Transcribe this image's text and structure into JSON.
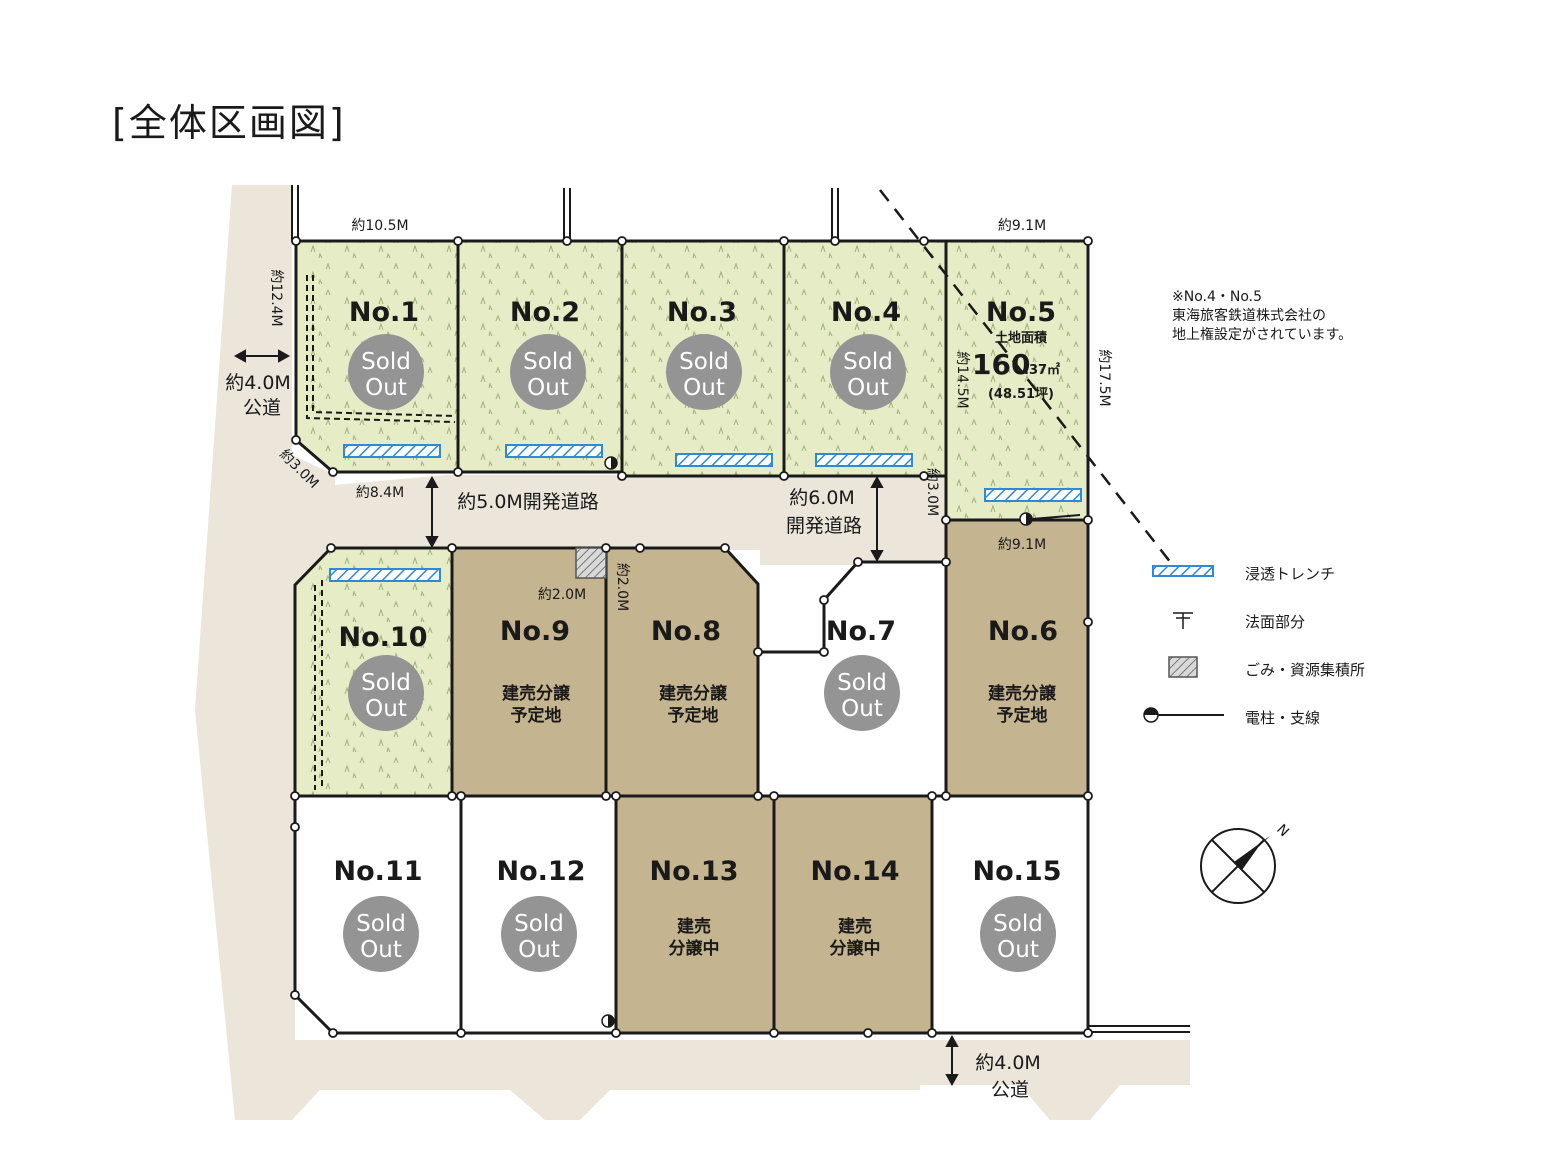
{
  "title": "[全体区画図]",
  "colors": {
    "road": "#ebe5da",
    "sold_green": "#e6edc6",
    "brown": "#c4b48f",
    "white_lot": "#ffffff",
    "sold_badge": "#949494",
    "trench": "#2d8bd6",
    "line": "#1a1a1a"
  },
  "lots": [
    {
      "no": "No.1",
      "status": "sold",
      "badge": [
        "Sold",
        "Out"
      ]
    },
    {
      "no": "No.2",
      "status": "sold",
      "badge": [
        "Sold",
        "Out"
      ]
    },
    {
      "no": "No.3",
      "status": "sold",
      "badge": [
        "Sold",
        "Out"
      ]
    },
    {
      "no": "No.4",
      "status": "sold",
      "badge": [
        "Sold",
        "Out"
      ]
    },
    {
      "no": "No.5",
      "status": "available",
      "area_label": "土地面積",
      "area_int": "160",
      "area_dec": ".37㎡",
      "area_tsubo": "(48.51坪)"
    },
    {
      "no": "No.6",
      "status": "planned",
      "label": [
        "建売分譲",
        "予定地"
      ]
    },
    {
      "no": "No.7",
      "status": "sold",
      "badge": [
        "Sold",
        "Out"
      ]
    },
    {
      "no": "No.8",
      "status": "planned",
      "label": [
        "建売分譲",
        "予定地"
      ]
    },
    {
      "no": "No.9",
      "status": "planned",
      "label": [
        "建売分譲",
        "予定地"
      ]
    },
    {
      "no": "No.10",
      "status": "sold",
      "badge": [
        "Sold",
        "Out"
      ]
    },
    {
      "no": "No.11",
      "status": "sold",
      "badge": [
        "Sold",
        "Out"
      ]
    },
    {
      "no": "No.12",
      "status": "sold",
      "badge": [
        "Sold",
        "Out"
      ]
    },
    {
      "no": "No.13",
      "status": "selling",
      "label": [
        "建売",
        "分譲中"
      ]
    },
    {
      "no": "No.14",
      "status": "selling",
      "label": [
        "建売",
        "分譲中"
      ]
    },
    {
      "no": "No.15",
      "status": "sold",
      "badge": [
        "Sold",
        "Out"
      ]
    }
  ],
  "dimensions": {
    "top_left": "約10.5M",
    "top_right": "約9.1M",
    "left_lot1": "約12.4M",
    "corner_cut": "約3.0M",
    "bottom_lot1": "約8.4M",
    "lot5_left": "約14.5M",
    "lot5_right": "約17.5M",
    "lot5_bottom": "約9.1M",
    "small_30": "約3.0M",
    "garbage_w": "約2.0M",
    "garbage_h": "約2.0M"
  },
  "roads": {
    "left_width": "約4.0M",
    "left_name": "公道",
    "dev_road_1": "約5.0M開発道路",
    "dev_road_2_width": "約6.0M",
    "dev_road_2_name": "開発道路",
    "bottom_width": "約4.0M",
    "bottom_name": "公道"
  },
  "note": {
    "line1": "※No.4・No.5",
    "line2": "東海旅客鉄道株式会社の",
    "line3": "地上権設定がされています。"
  },
  "legend": [
    {
      "icon": "trench-icon",
      "label": "浸透トレンチ"
    },
    {
      "icon": "slope-icon",
      "label": "法面部分"
    },
    {
      "icon": "garbage-area-icon",
      "label": "ごみ・資源集積所"
    },
    {
      "icon": "utility-pole-icon",
      "label": "電柱・支線"
    }
  ],
  "compass": {
    "label": "N"
  }
}
